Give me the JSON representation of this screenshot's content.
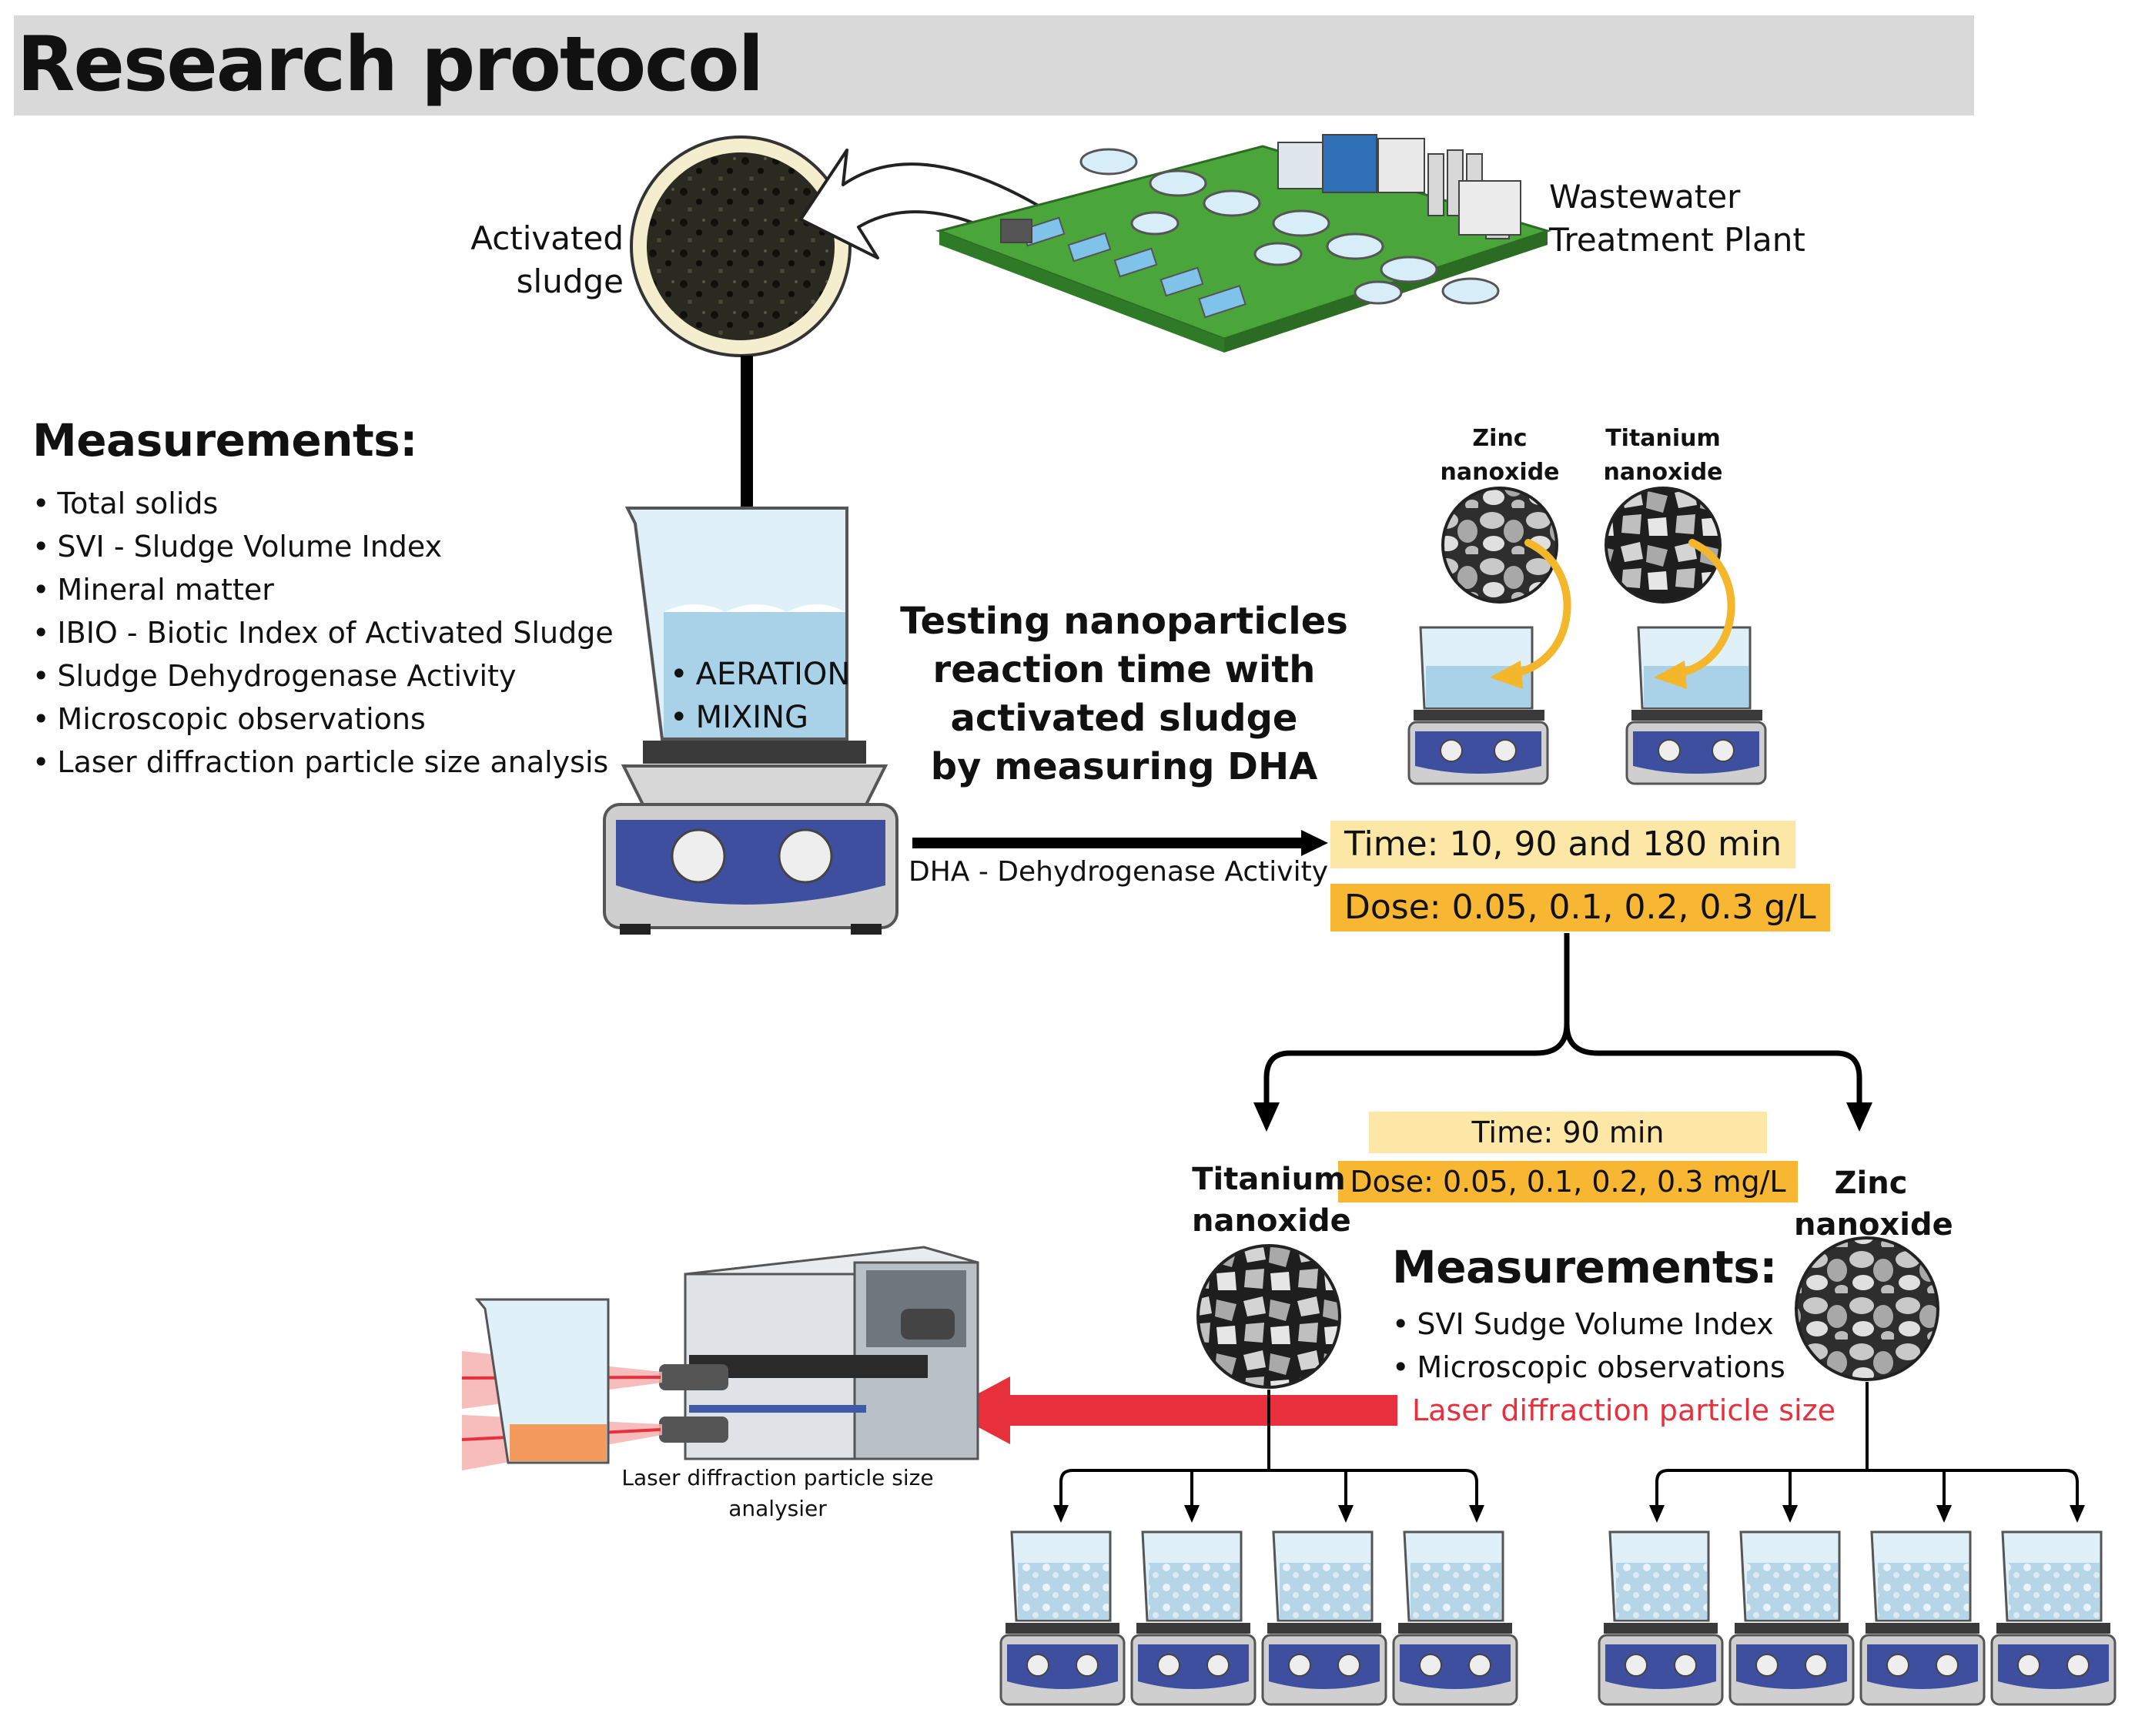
{
  "title": "Research protocol",
  "labels": {
    "activated_sludge": [
      "Activated",
      "sludge"
    ],
    "wwtp": [
      "Wastewater",
      "Treatment Plant"
    ],
    "testing": [
      "Testing nanoparticles",
      "reaction time with",
      "activated sludge",
      "by measuring DHA"
    ],
    "dha": "DHA - Dehydrogenase Activity",
    "zinc_top": [
      "Zinc",
      "nanoxide"
    ],
    "titanium_top": [
      "Titanium",
      "nanoxide"
    ],
    "titanium_bottom": [
      "Titanium",
      "nanoxide"
    ],
    "zinc_bottom": [
      "Zinc",
      "nanoxide"
    ],
    "analyser": [
      "Laser diffraction particle size",
      "analysier"
    ]
  },
  "measurements_1": {
    "heading": "Measurements:",
    "items": [
      "Total solids",
      "SVI - Sludge Volume Index",
      "Mineral matter",
      "IBIO - Biotic Index of Activated Sludge",
      "Sludge Dehydrogenase  Activity",
      "Microscopic observations",
      "Laser diffraction particle size analysis"
    ]
  },
  "beaker_text": [
    "AERATION",
    "MIXING"
  ],
  "box_time": "Time: 10, 90 and 180 min",
  "box_dose": "Dose: 0.05, 0.1, 0.2, 0.3 g/L",
  "box_time2": "Time: 90 min",
  "box_dose2": "Dose: 0.05, 0.1, 0.2, 0.3 mg/L",
  "measurements_2": {
    "heading": "Measurements:",
    "items": [
      "SVI Sudge Volume Index",
      "Microscopic observations"
    ],
    "highlight": "Laser diffraction particle size"
  },
  "colors": {
    "title_bar": "#d9d9d9",
    "box_light": "#fde7a6",
    "box_dark": "#f7b733",
    "red_arrow": "#e8303d",
    "plant_green": "#4aa63a",
    "stirrer_blue": "#3e4fa0",
    "curve_arrow": "#f4b62a"
  }
}
